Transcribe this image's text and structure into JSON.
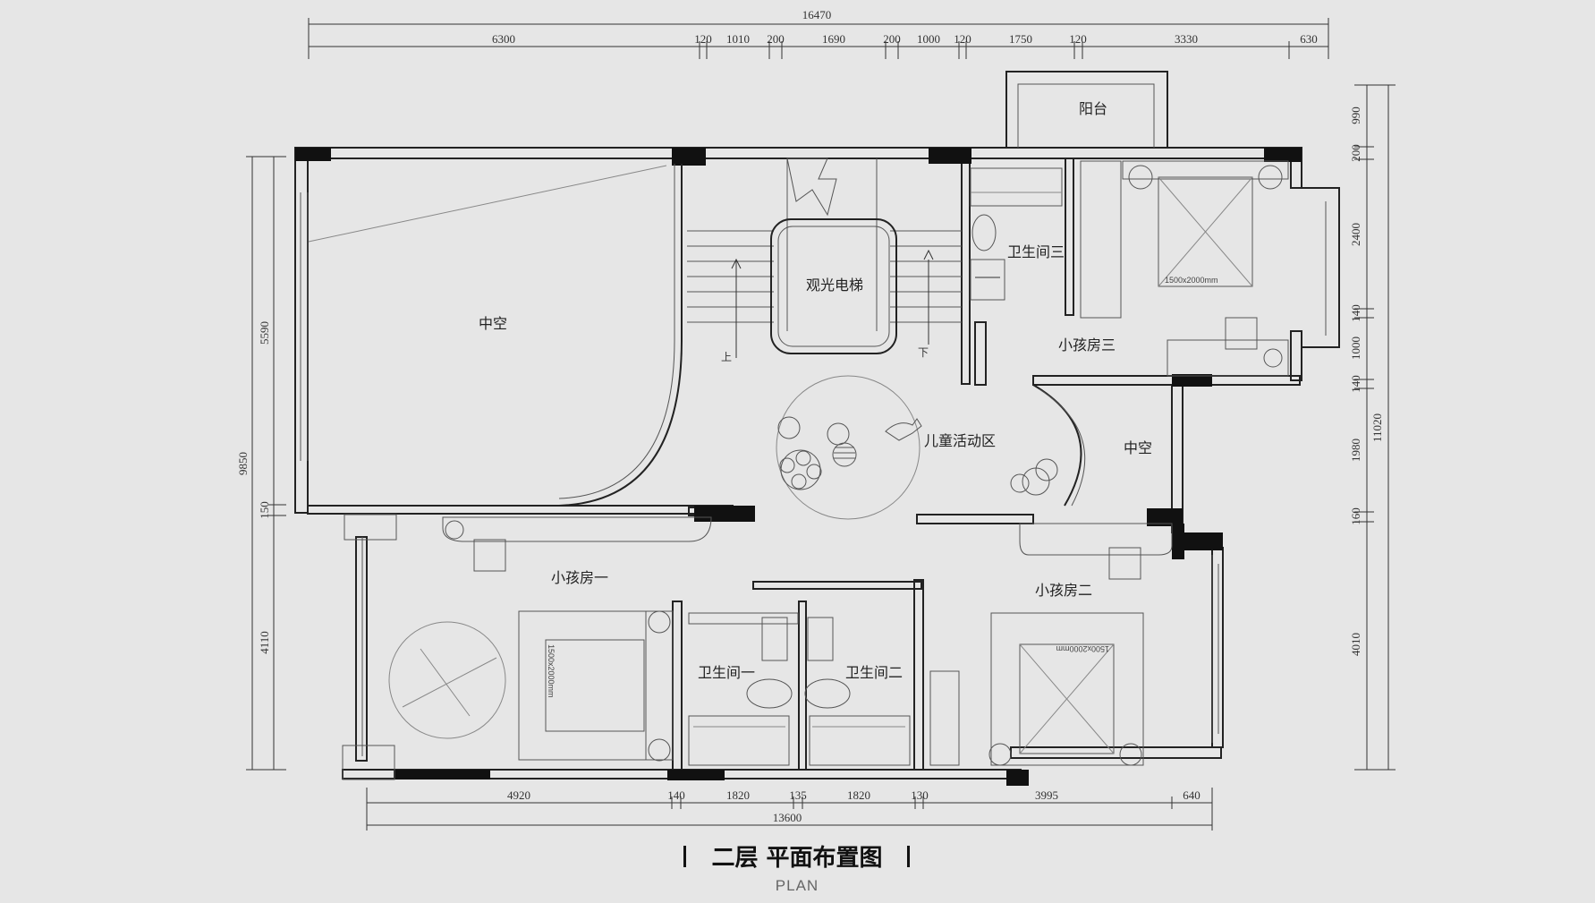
{
  "dims_top_total": "16470",
  "dims_top": [
    "6300",
    "120",
    "1010",
    "200",
    "1690",
    "200",
    "1000",
    "120",
    "1750",
    "120",
    "3330",
    "630"
  ],
  "dims_bottom": [
    "4920",
    "140",
    "1820",
    "135",
    "1820",
    "130",
    "3995",
    "640"
  ],
  "dims_bottom_total": "13600",
  "dims_left_total": "9850",
  "dims_left": [
    "5590",
    "150",
    "4110"
  ],
  "dims_right_total": "11020",
  "dims_right": [
    "990",
    "200",
    "2400",
    "140",
    "1000",
    "140",
    "1980",
    "160",
    "4010"
  ],
  "rooms": {
    "void_main": "中空",
    "void_small": "中空",
    "elevator": "观光电梯",
    "stair_up": "上",
    "stair_down": "下",
    "kids_area": "儿童活动区",
    "balcony": "阳台",
    "bath3": "卫生间三",
    "kids3": "小孩房三",
    "kids1": "小孩房一",
    "kids2": "小孩房二",
    "bath1": "卫生间一",
    "bath2": "卫生间二"
  },
  "bed_label": "1500x2000mm",
  "title": "二层  平面布置图",
  "subtitle": "PLAN"
}
